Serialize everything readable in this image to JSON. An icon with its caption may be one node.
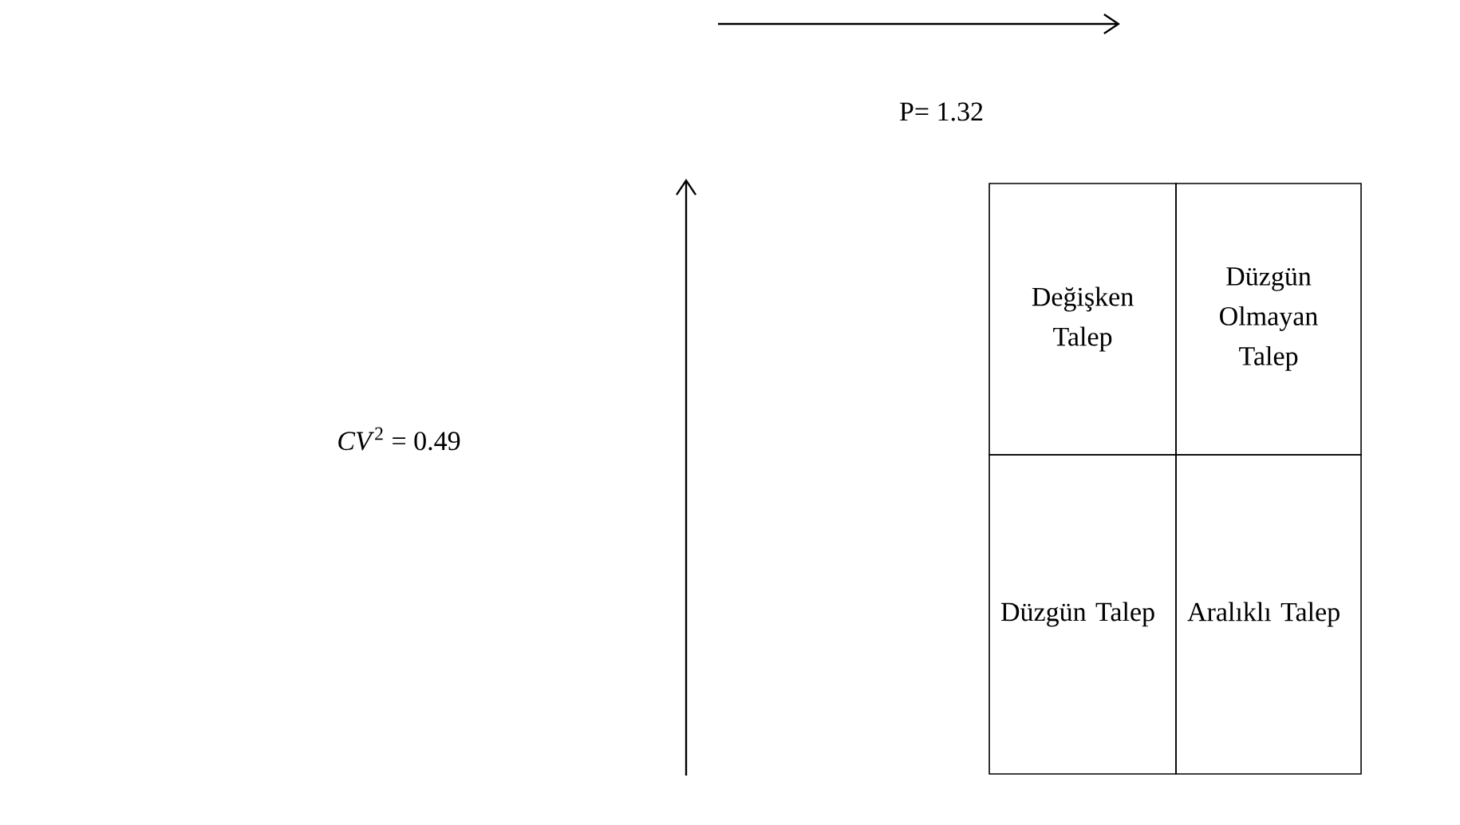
{
  "diagram": {
    "nodes": [
      {
        "text": [
          "Değişken Talep"
        ]
      },
      {
        "text": [
          "Düzgün Olmayan Talep"
        ]
      },
      {
        "text": [
          "Düzgün Talep"
        ]
      },
      {
        "text": [
          "Aralıklı Talep"
        ]
      }
    ],
    "labels": [
      "P= 1.32",
      "*CV*$^{2}$ = 0.49"
    ]
  }
}
